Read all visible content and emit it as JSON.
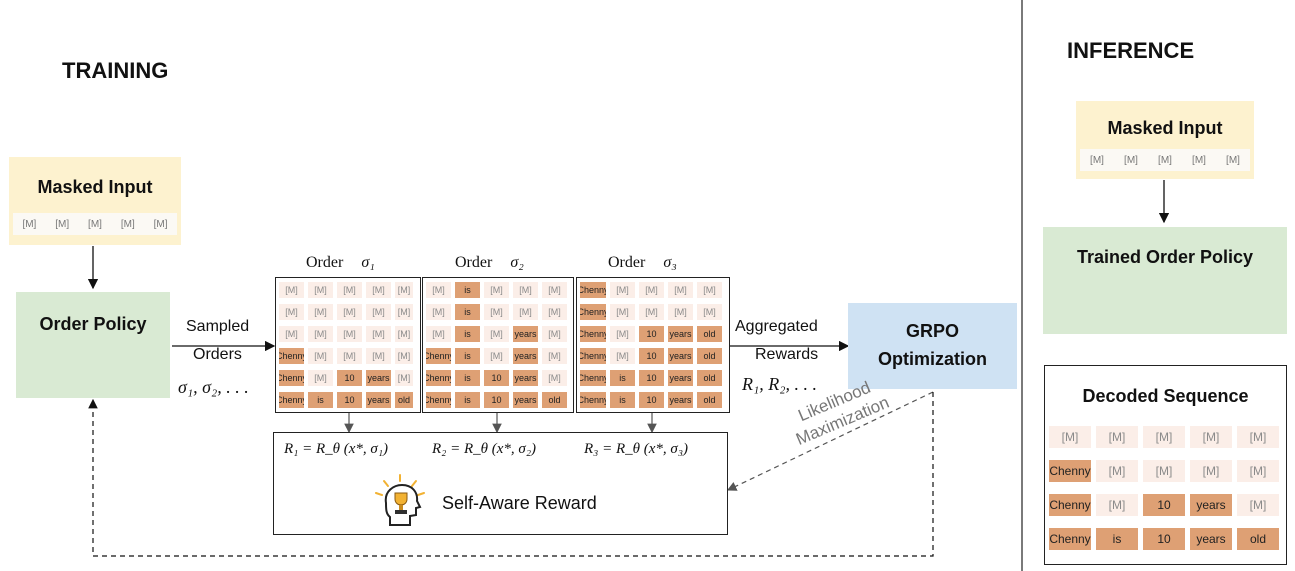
{
  "training": {
    "title": "TRAINING",
    "masked_input": {
      "title": "Masked Input",
      "tokens": [
        "[M]",
        "[M]",
        "[M]",
        "[M]",
        "[M]"
      ]
    },
    "order_policy": {
      "title": "Order Policy"
    },
    "sampled": {
      "line1": "Sampled",
      "line2": "Orders",
      "math": "σ₁, σ₂, . . ."
    },
    "orders": [
      {
        "label": "Order",
        "sigma": "σ₁",
        "rows": [
          [
            "[M]",
            "[M]",
            "[M]",
            "[M]",
            "[M]"
          ],
          [
            "[M]",
            "[M]",
            "[M]",
            "[M]",
            "[M]"
          ],
          [
            "[M]",
            "[M]",
            "[M]",
            "[M]",
            "[M]"
          ],
          [
            "Chenny",
            "[M]",
            "[M]",
            "[M]",
            "[M]"
          ],
          [
            "Chenny",
            "[M]",
            "10",
            "years",
            "[M]"
          ],
          [
            "Chenny",
            "is",
            "10",
            "years",
            "old"
          ]
        ]
      },
      {
        "label": "Order",
        "sigma": "σ₂",
        "rows": [
          [
            "[M]",
            "is",
            "[M]",
            "[M]",
            "[M]"
          ],
          [
            "[M]",
            "is",
            "[M]",
            "[M]",
            "[M]"
          ],
          [
            "[M]",
            "is",
            "[M]",
            "years",
            "[M]"
          ],
          [
            "Chenny",
            "is",
            "[M]",
            "years",
            "[M]"
          ],
          [
            "Chenny",
            "is",
            "10",
            "years",
            "[M]"
          ],
          [
            "Chenny",
            "is",
            "10",
            "years",
            "old"
          ]
        ]
      },
      {
        "label": "Order",
        "sigma": "σ₃",
        "rows": [
          [
            "Chenny",
            "[M]",
            "[M]",
            "[M]",
            "[M]"
          ],
          [
            "Chenny",
            "[M]",
            "[M]",
            "[M]",
            "[M]"
          ],
          [
            "Chenny",
            "[M]",
            "10",
            "years",
            "old"
          ],
          [
            "Chenny",
            "[M]",
            "10",
            "years",
            "old"
          ],
          [
            "Chenny",
            "is",
            "10",
            "years",
            "old"
          ],
          [
            "Chenny",
            "is",
            "10",
            "years",
            "old"
          ]
        ]
      }
    ],
    "aggregated": {
      "line1": "Aggregated",
      "line2": "Rewards",
      "math": "R₁, R₂, . . ."
    },
    "grpo": {
      "line1": "GRPO",
      "line2": "Optimization"
    },
    "reward": {
      "equations": [
        "R₁ = R_θ (x*, σ₁)",
        "R₂ = R_θ (x*, σ₂)",
        "R₃ = R_θ (x*, σ₃)"
      ],
      "label": "Self-Aware Reward"
    },
    "likelihood": {
      "line1": "Likelihood",
      "line2": "Maximization"
    }
  },
  "inference": {
    "title": "INFERENCE",
    "masked_input": {
      "title": "Masked Input",
      "tokens": [
        "[M]",
        "[M]",
        "[M]",
        "[M]",
        "[M]"
      ]
    },
    "trained_policy": {
      "title": "Trained Order Policy"
    },
    "decoded": {
      "title": "Decoded Sequence",
      "rows": [
        [
          "[M]",
          "[M]",
          "[M]",
          "[M]",
          "[M]"
        ],
        [
          "Chenny",
          "[M]",
          "[M]",
          "[M]",
          "[M]"
        ],
        [
          "Chenny",
          "[M]",
          "10",
          "years",
          "[M]"
        ],
        [
          "Chenny",
          "is",
          "10",
          "years",
          "old"
        ]
      ]
    }
  },
  "colors": {
    "masked_panel": "#fdf2cf",
    "policy_panel": "#d9ead3",
    "grpo_panel": "#cfe2f3",
    "filled_token": "#dea074",
    "masked_token": "#fbeee8"
  }
}
